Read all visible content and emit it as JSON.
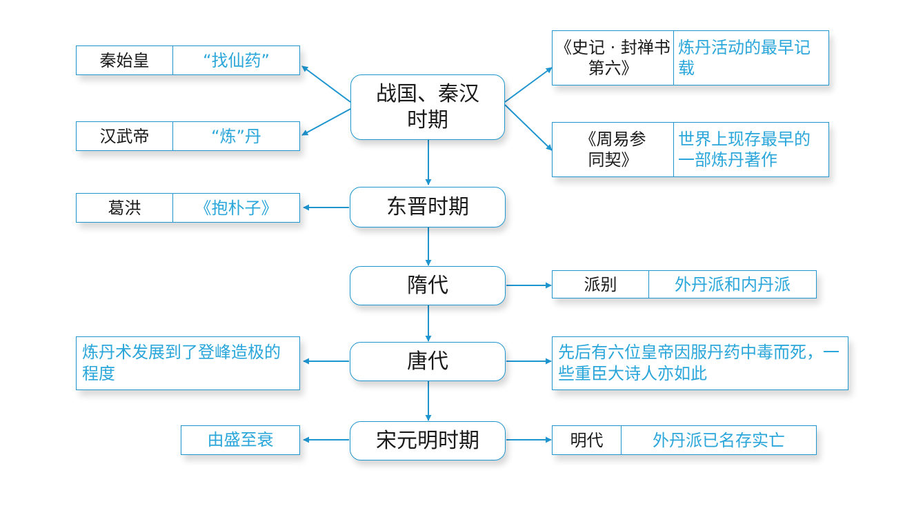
{
  "colors": {
    "line": "#1f95cf",
    "accent_text": "#2aa6da",
    "text": "#1a1a1a"
  },
  "eras": {
    "warring": "战国、秦汉时期",
    "jin": "东晋时期",
    "sui": "隋代",
    "tang": "唐代",
    "song": "宋元明时期"
  },
  "records": {
    "qin": {
      "key": "秦始皇",
      "value": "“找仙药”"
    },
    "han": {
      "key": "汉武帝",
      "value": "“炼”丹"
    },
    "gehong": {
      "key": "葛洪",
      "value": "《抱朴子》"
    },
    "shiji": {
      "key": "《史记 · 封禅书第六》",
      "value": "炼丹活动的最早记载"
    },
    "zhouyi": {
      "key": "《周易参同契》",
      "value": "世界上现存最早的一部炼丹著作"
    },
    "sects": {
      "key": "派别",
      "value": "外丹派和内丹派"
    },
    "ming": {
      "key": "明代",
      "value": "外丹派已名存实亡"
    }
  },
  "notes": {
    "tang_left": "炼丹术发展到了登峰造极的程度",
    "tang_right": "先后有六位皇帝因服丹药中毒而死，一些重臣大诗人亦如此",
    "song_left": "由盛至衰"
  }
}
